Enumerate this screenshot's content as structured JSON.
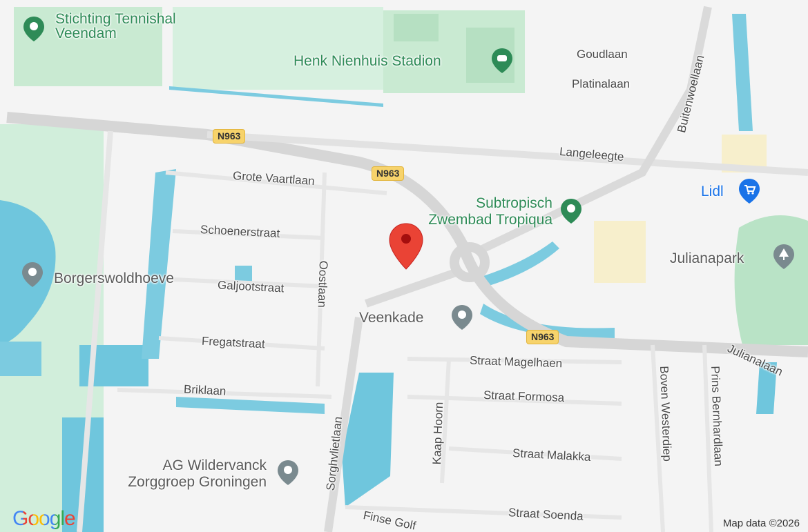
{
  "pois": [
    {
      "key": "tennishal",
      "line1": "Stichting Tennishal",
      "line2": "Veendam",
      "color": "#2e8b57",
      "icon": "map-pin-icon"
    },
    {
      "key": "stadion",
      "name": "Henk Nienhuis Stadion",
      "color": "#2e8b57",
      "icon": "stadium-icon"
    },
    {
      "key": "tropiqua",
      "line1": "Subtropisch",
      "line2": "Zwembad Tropiqua",
      "color": "#2e8b57",
      "icon": "map-pin-icon"
    },
    {
      "key": "lidl",
      "name": "Lidl",
      "color": "#1a73e8",
      "icon": "shopping-cart-icon"
    },
    {
      "key": "julianapark",
      "name": "Julianapark",
      "color": "#5a5a5a",
      "icon": "park-icon"
    },
    {
      "key": "borgerswoldhoeve",
      "name": "Borgerswoldhoeve",
      "color": "#5a5a5a",
      "icon": "map-pin-icon"
    },
    {
      "key": "veenkade",
      "name": "Veenkade",
      "color": "#5a5a5a",
      "icon": "map-pin-icon"
    },
    {
      "key": "wildervanck",
      "line1": "AG Wildervanck",
      "line2": "Zorggroep Groningen",
      "color": "#5a5a5a",
      "icon": "map-pin-icon"
    }
  ],
  "streets": {
    "goudlaan": "Goudlaan",
    "platinalaan": "Platinalaan",
    "buitenwoellaan": "Buitenwoellaan",
    "langeleegte": "Langeleegte",
    "grote_vaartlaan": "Grote Vaartlaan",
    "schoenerstraat": "Schoenerstraat",
    "galjootstraat": "Galjootstraat",
    "oostlaan": "Oostlaan",
    "fregatstraat": "Fregatstraat",
    "briklaan": "Briklaan",
    "sorghvlietlaan": "Sorghvlietlaan",
    "straat_magelhaen": "Straat Magelhaen",
    "straat_formosa": "Straat Formosa",
    "kaap_hoorn": "Kaap Hoorn",
    "straat_malakka": "Straat Malakka",
    "boven_westerdiep": "Boven Westerdiep",
    "prins_bernhardlaan": "Prins Bernhardlaan",
    "julianalaan": "Julianalaan",
    "straat_soenda": "Straat Soenda",
    "finse_golf": "Finse Golf"
  },
  "road_shields": [
    "N963",
    "N963",
    "N963"
  ],
  "marker": {
    "color": "#ea4335",
    "icon": "red-location-marker-icon"
  },
  "footer": {
    "logo": "Google",
    "copyright": "Map data ©2026"
  },
  "colors": {
    "water": "#6fc6dd",
    "park": "#cdebd6",
    "road": "#dcdcdc",
    "land": "#f4f4f4"
  }
}
